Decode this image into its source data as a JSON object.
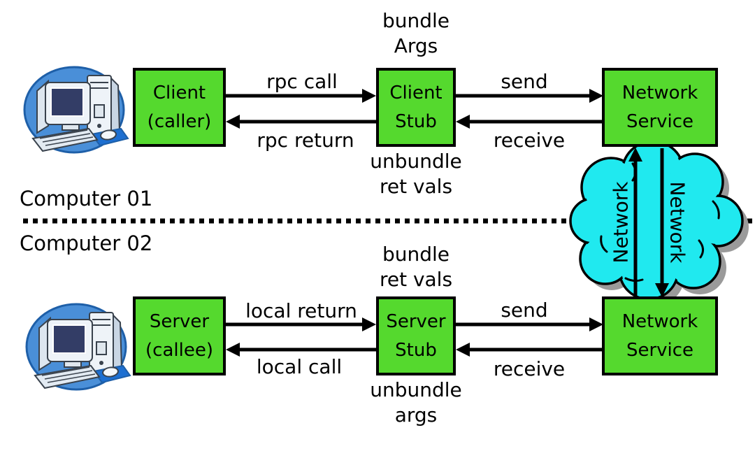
{
  "diagram": {
    "computer1_label": "Computer 01",
    "computer2_label": "Computer 02",
    "top": {
      "client_box": {
        "line1": "Client",
        "line2": "(caller)"
      },
      "stub_box": {
        "line1": "Client",
        "line2": "Stub"
      },
      "network_box": {
        "line1": "Network",
        "line2": "Service"
      },
      "stub_above": {
        "line1": "bundle",
        "line2": "Args"
      },
      "stub_below": {
        "line1": "unbundle",
        "line2": "ret vals"
      },
      "arrow_to_stub_label": "rpc call",
      "arrow_from_stub_label": "rpc return",
      "send_label": "send",
      "receive_label": "receive"
    },
    "bottom": {
      "server_box": {
        "line1": "Server",
        "line2": "(callee)"
      },
      "stub_box": {
        "line1": "Server",
        "line2": "Stub"
      },
      "network_box": {
        "line1": "Network",
        "line2": "Service"
      },
      "stub_above": {
        "line1": "bundle",
        "line2": "ret vals"
      },
      "stub_below": {
        "line1": "unbundle",
        "line2": "args"
      },
      "arrow_to_stub_label": "local return",
      "arrow_from_stub_label": "local call",
      "send_label": "send",
      "receive_label": "receive"
    },
    "cloud": {
      "label_up": "Network",
      "label_down": "Network"
    },
    "icons": {
      "computer_top": "desktop-computer",
      "computer_bottom": "desktop-computer",
      "network_cloud": "cloud"
    },
    "colors": {
      "box_green": "#55d92e",
      "cloud_cyan": "#20e9ef",
      "shadow_gray": "#9a9a9a",
      "line_black": "#000000",
      "pc_blue": "#4a8fd8"
    }
  }
}
